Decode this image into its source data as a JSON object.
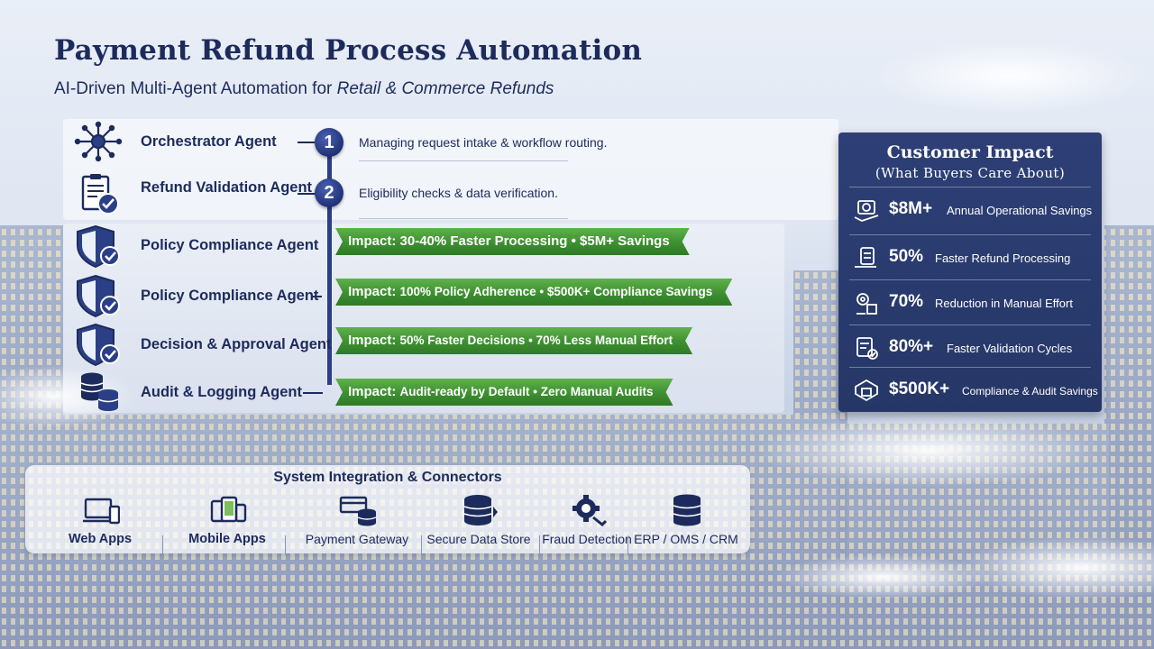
{
  "title": "Payment Refund Process Automation",
  "subtitle": {
    "prefix": "AI-Driven Multi-Agent Automation for ",
    "emphasis": "Retail & Commerce Refunds"
  },
  "agents": [
    {
      "icon": "network-hub-icon",
      "name": "Orchestrator Agent",
      "step": "1",
      "description": "Managing request intake & workflow routing."
    },
    {
      "icon": "clipboard-check-icon",
      "name": "Refund Validation Agent",
      "step": "2",
      "description": "Eligibility checks & data verification."
    },
    {
      "icon": "shield-check-icon",
      "name": "Policy Compliance Agent",
      "impact_label": "Impact:",
      "impact_text": "30-40% Faster Processing • $5M+ Savings"
    },
    {
      "icon": "shield-check-icon",
      "name": "Policy Compliance Agent",
      "impact_label": "Impact:",
      "impact_text": "100% Policy Adherence • $500K+ Compliance Savings"
    },
    {
      "icon": "shield-check-icon",
      "name": "Decision & Approval Agent",
      "impact_label": "Impact:",
      "impact_text": "50% Faster Decisions • 70% Less Manual Effort"
    },
    {
      "icon": "database-icon",
      "name": "Audit & Logging Agent",
      "impact_label": "Impact:",
      "impact_text": "Audit-ready by Default • Zero Manual Audits"
    }
  ],
  "customer_impact": {
    "title": "Customer Impact",
    "subtitle": "(What Buyers Care About)",
    "items": [
      {
        "icon": "savings-icon",
        "value": "$8M+",
        "label": "Annual Operational Savings"
      },
      {
        "icon": "refund-speed-icon",
        "value": "50%",
        "label": "Faster Refund Processing"
      },
      {
        "icon": "manual-effort-icon",
        "value": "70%",
        "label": "Reduction in Manual Effort"
      },
      {
        "icon": "validation-icon",
        "value": "80%+",
        "label": "Faster Validation Cycles"
      },
      {
        "icon": "compliance-icon",
        "value": "$500K+",
        "label": "Compliance & Audit Savings"
      }
    ]
  },
  "integration": {
    "title": "System Integration & Connectors",
    "connectors": [
      {
        "icon": "web-apps-icon",
        "label": "Web Apps"
      },
      {
        "icon": "mobile-apps-icon",
        "label": "Mobile Apps"
      },
      {
        "icon": "payment-gateway-icon",
        "label": "Payment Gateway"
      },
      {
        "icon": "secure-data-store-icon",
        "label": "Secure Data Store"
      },
      {
        "icon": "fraud-detection-icon",
        "label": "Fraud Detection"
      },
      {
        "icon": "erp-database-icon",
        "label": "ERP / OMS / CRM"
      }
    ]
  },
  "colors": {
    "navy": "#1d2b5c",
    "accent_blue": "#2b3f86",
    "impact_green": "#3e8f31",
    "impact_panel": "#2d3f76"
  }
}
